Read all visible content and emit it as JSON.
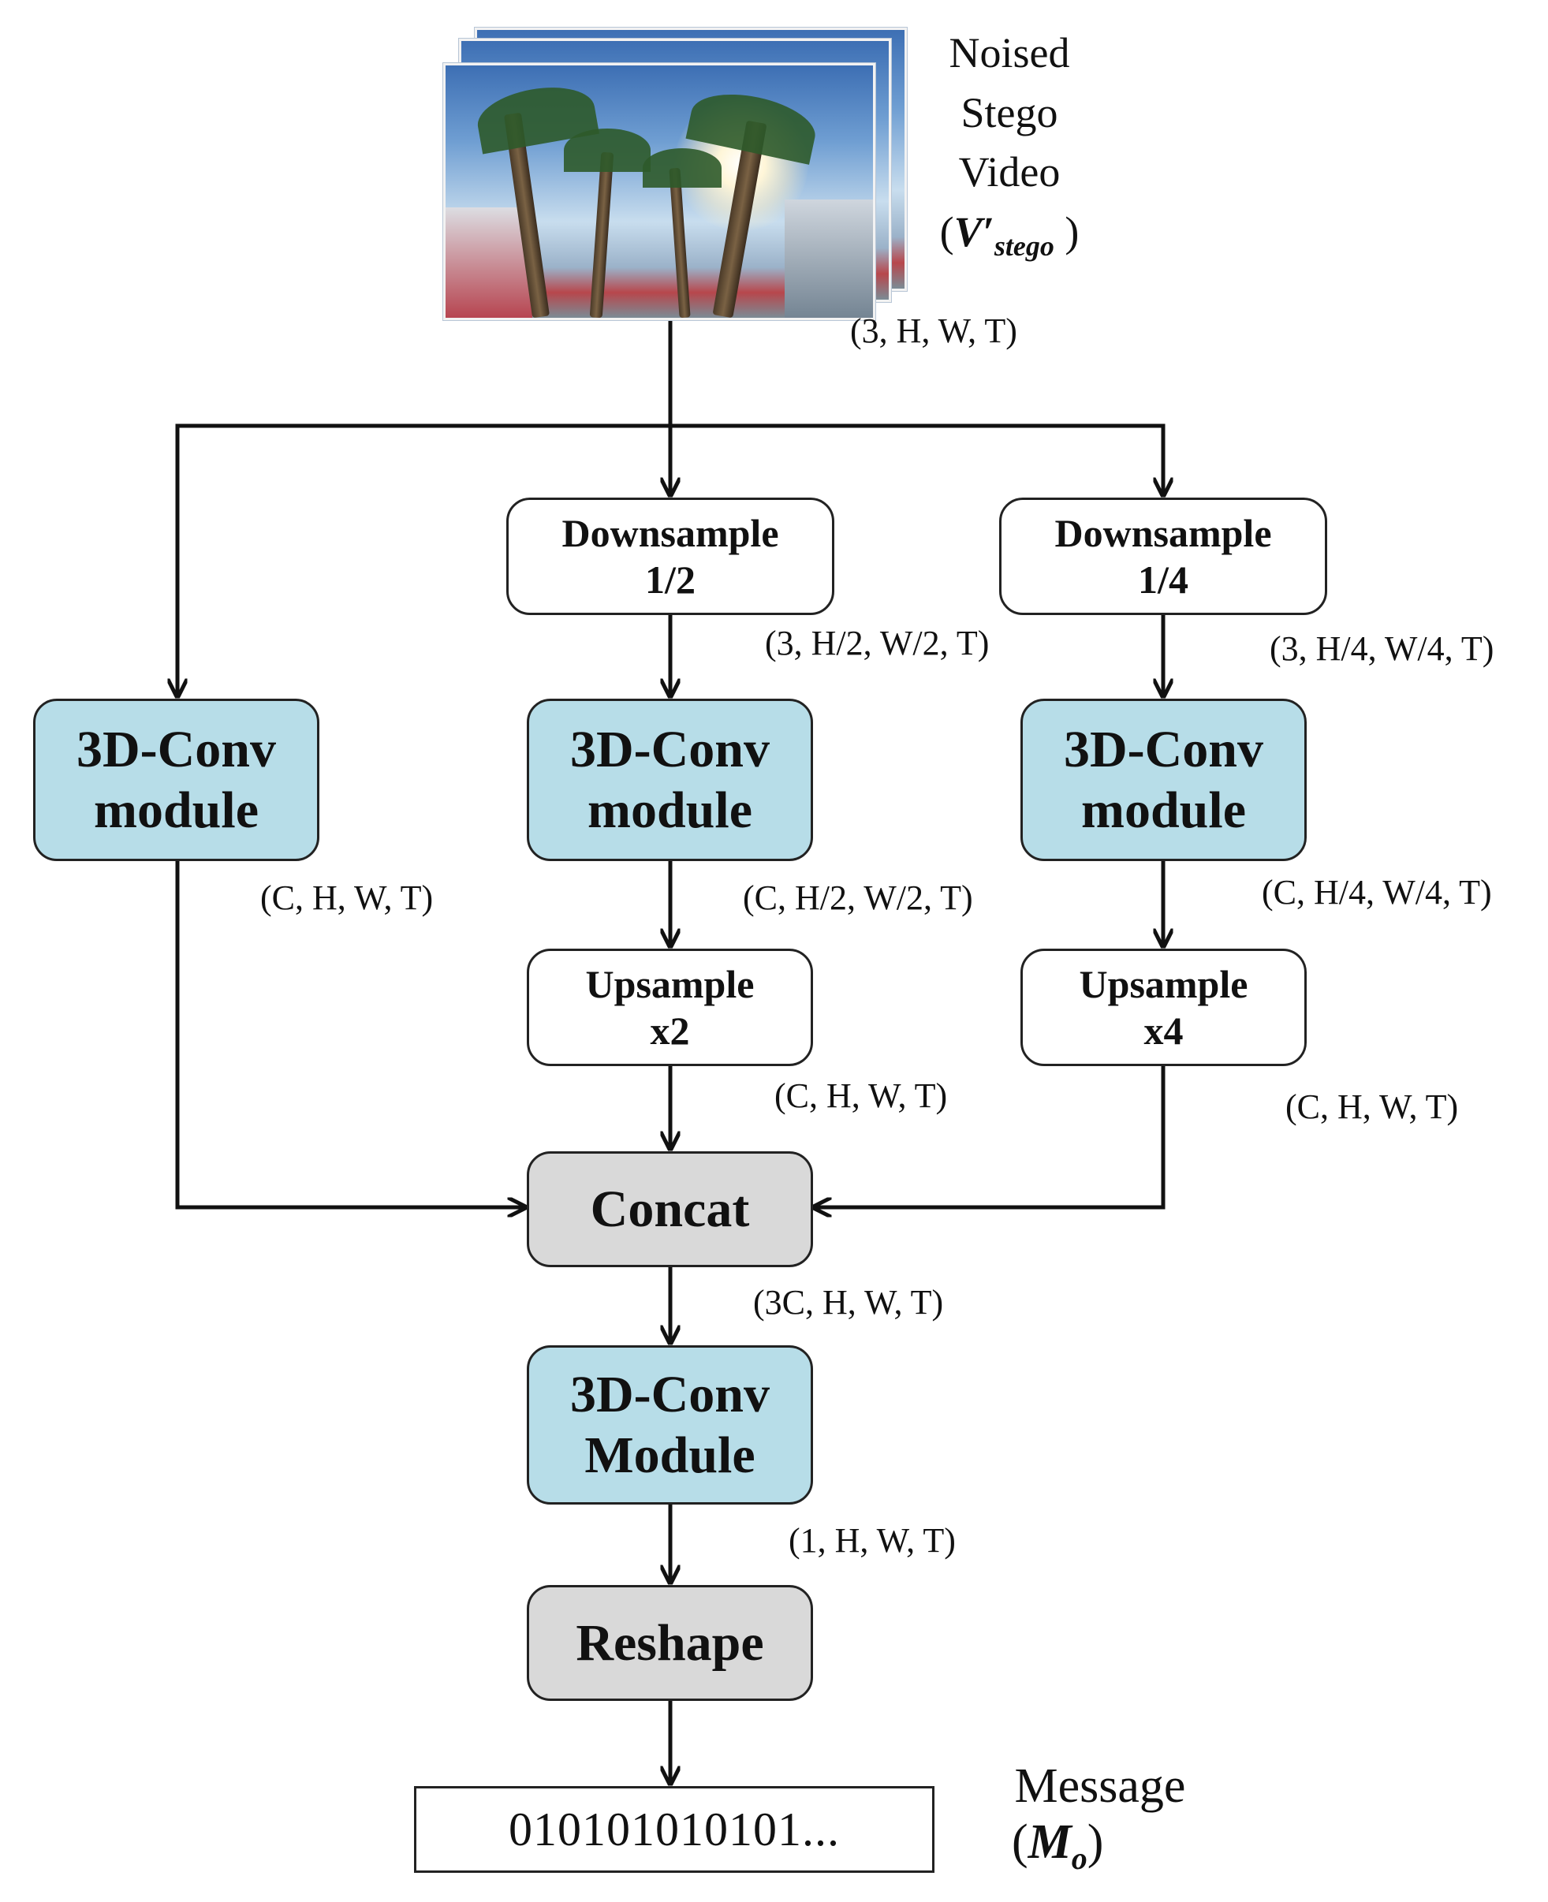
{
  "input": {
    "label_lines": [
      "Noised",
      "Stego",
      "Video"
    ],
    "symbol": "V′",
    "symbol_sub": "stego"
  },
  "nodes": {
    "downsample_half": "Downsample\n1/2",
    "downsample_quarter": "Downsample\n1/4",
    "conv_full": "3D-Conv\nmodule",
    "conv_half": "3D-Conv\nmodule",
    "conv_quarter": "3D-Conv\nmodule",
    "upsample_x2": "Upsample\nx2",
    "upsample_x4": "Upsample\nx4",
    "concat": "Concat",
    "conv_final": "3D-Conv\nModule",
    "reshape": "Reshape"
  },
  "dims": {
    "input": "(3, H, W, T)",
    "after_downsample_half": "(3, H/2, W/2, T)",
    "after_downsample_quarter": "(3, H/4, W/4, T)",
    "after_conv_full": "(C, H, W, T)",
    "after_conv_half": "(C, H/2, W/2, T)",
    "after_conv_quarter": "(C, H/4, W/4, T)",
    "after_upsample_x2": "(C, H, W, T)",
    "after_upsample_x4": "(C, H, W, T)",
    "after_concat": "(3C, H, W, T)",
    "after_conv_final": "(1, H, W, T)"
  },
  "output": {
    "bits": "010101010101...",
    "label": "Message",
    "symbol": "M",
    "symbol_sub": "o"
  },
  "colors": {
    "conv_fill": "#b7dde8",
    "op_fill": "#d9d9d9",
    "plain_fill": "#ffffff",
    "line": "#111111"
  }
}
